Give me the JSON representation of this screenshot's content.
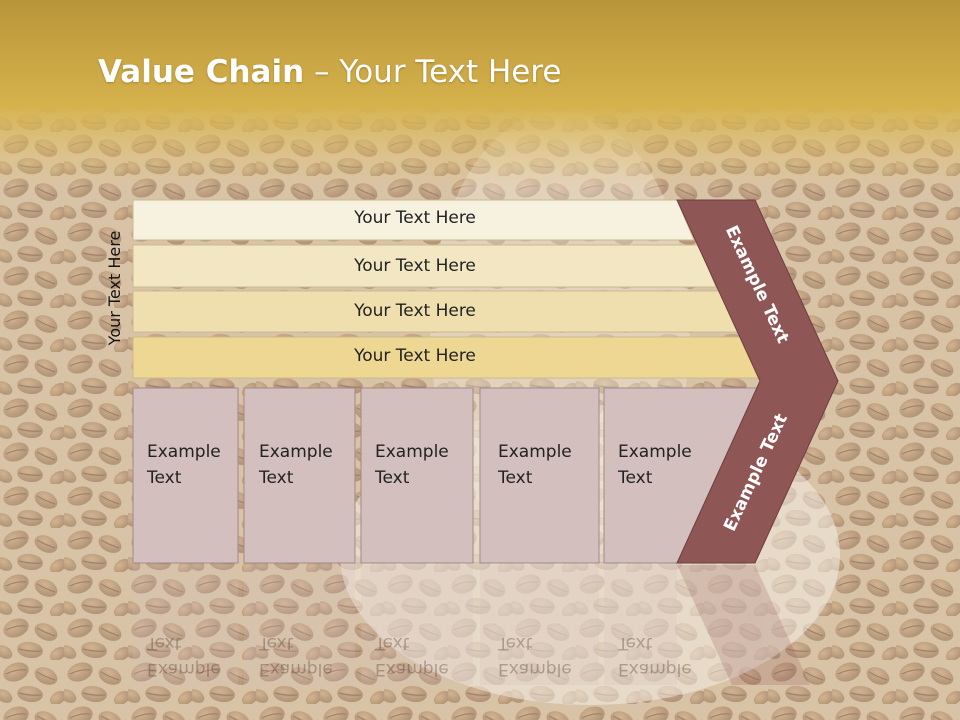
{
  "slide": {
    "title_bold": "Value Chain",
    "title_rest": " – Your Text Here",
    "side_label": "Your Text Here"
  },
  "support_bands": [
    {
      "label": "Your Text Here"
    },
    {
      "label": "Your Text Here"
    },
    {
      "label": "Your Text Here"
    },
    {
      "label": "Your Text Here"
    }
  ],
  "activities": [
    {
      "line1": "Example",
      "line2": "Text"
    },
    {
      "line1": "Example",
      "line2": "Text"
    },
    {
      "line1": "Example",
      "line2": "Text"
    },
    {
      "line1": "Example",
      "line2": "Text"
    },
    {
      "line1": "Example",
      "line2": "Text"
    }
  ],
  "margin": {
    "upper_label": "Example Text",
    "lower_label": "Example Text"
  },
  "colors": {
    "header_gold": "#d8b24a",
    "band_1": "#f7f1df",
    "band_2": "#f3e7c3",
    "band_3": "#efdfae",
    "band_4": "#eed793",
    "activity_fill": "#d4bfbf",
    "margin_fill": "#8f5656"
  }
}
